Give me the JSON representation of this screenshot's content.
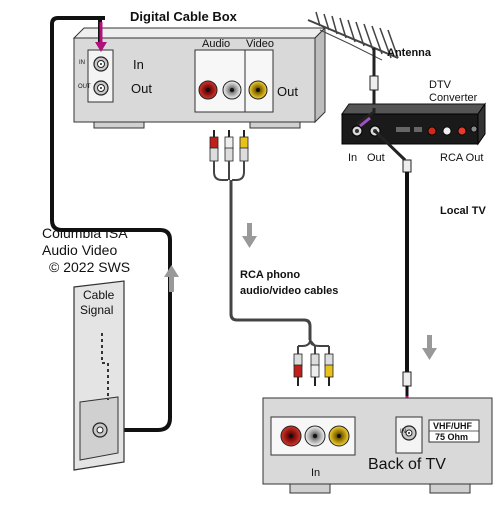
{
  "labels": {
    "cable_box_title": "Digital Cable Box",
    "cable_box_in": "In",
    "cable_box_out": "Out",
    "cable_box_in_tiny": "IN",
    "cable_box_out_tiny": "OUT",
    "audio": "Audio",
    "video": "Video",
    "rca_out_box": "Out",
    "antenna": "Antenna",
    "dtv_line1": "DTV",
    "dtv_line2": "Converter",
    "dtv_in": "In",
    "dtv_out": "Out",
    "rca_out": "RCA Out",
    "local_tv": "Local TV",
    "rca_cables_line1": "RCA phono",
    "rca_cables_line2": "audio/video cables",
    "credit_line1": "Columbia ISA",
    "credit_line2": "Audio Video",
    "credit_line3": "© 2022 SWS",
    "cable_signal_line1": "Cable",
    "cable_signal_line2": "Signal",
    "tv_in": "In",
    "tv_in_tiny": "IN",
    "back_of_tv": "Back of TV",
    "vhf_uhf": "VHF/UHF",
    "ohm": "75 Ohm"
  },
  "colors": {
    "device_gray": "#d9d9d9",
    "cable_black": "#111111",
    "audio_red": "#c0201a",
    "audio_white": "#eeeeee",
    "video_yellow": "#e8c21a",
    "arrow_gray": "#999999",
    "signal_arrow": "#b0107a"
  }
}
